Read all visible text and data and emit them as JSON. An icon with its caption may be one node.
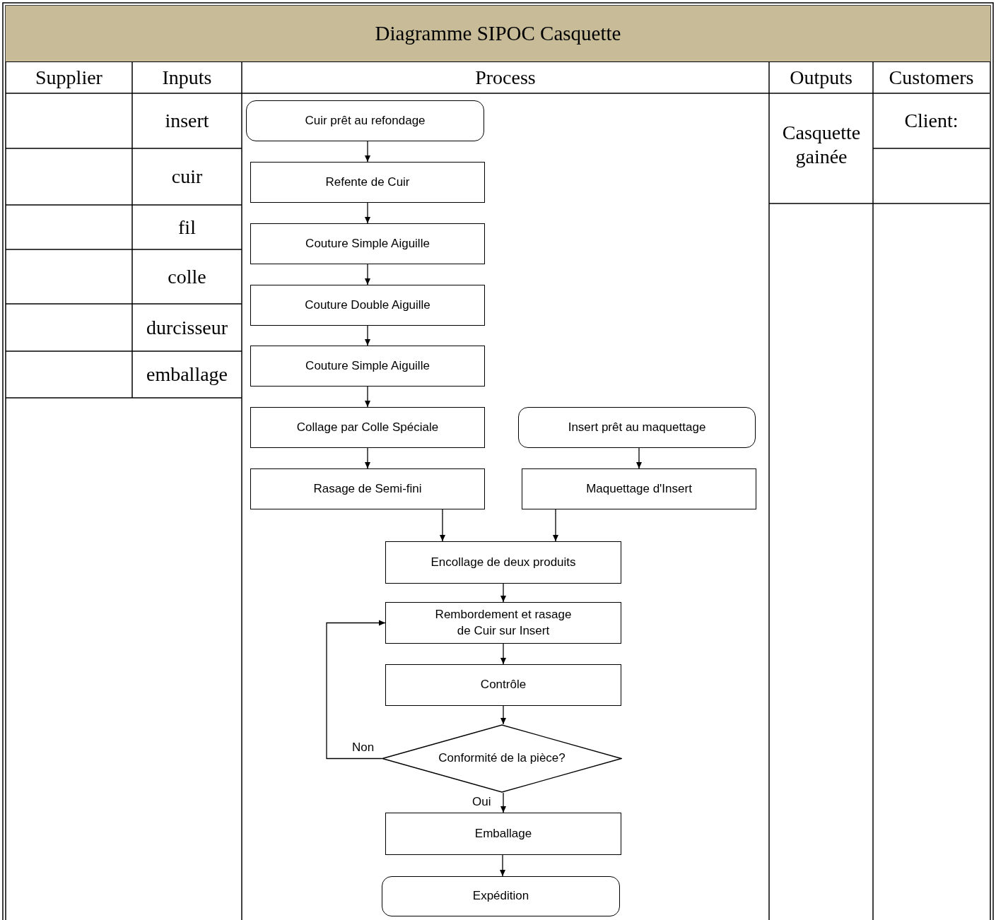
{
  "diagram": {
    "title": "Diagramme SIPOC Casquette",
    "nodes": [
      {
        "text": [
          "Cuir prêt au refondage"
        ]
      },
      {
        "text": [
          "Refente de Cuir"
        ]
      },
      {
        "text": [
          "Couture Simple Aiguille"
        ]
      },
      {
        "text": [
          "Couture Double Aiguille"
        ]
      },
      {
        "text": [
          "Couture Simple Aiguille"
        ]
      },
      {
        "text": [
          "Collage par Colle Spéciale"
        ]
      },
      {
        "text": [
          "Insert prêt au maquettage"
        ]
      },
      {
        "text": [
          "Rasage de Semi-fini"
        ]
      },
      {
        "text": [
          "Maquettage d'Insert"
        ]
      },
      {
        "text": [
          "Encollage de deux produits"
        ]
      },
      {
        "text": [
          "Rembordement et rasage de Cuir sur Insert"
        ]
      },
      {
        "text": [
          "Contrôle"
        ]
      },
      {
        "text": [
          "Conformité de la pièce?"
        ]
      },
      {
        "text": [
          "Emballage"
        ]
      },
      {
        "text": [
          "Expédition"
        ]
      }
    ],
    "edges": [
      {
        "from": 0,
        "to": 1,
        "arrow": "to"
      },
      {
        "from": 1,
        "to": 2,
        "arrow": "to"
      },
      {
        "from": 2,
        "to": 3,
        "arrow": "to"
      },
      {
        "from": 3,
        "to": 4,
        "arrow": "to"
      },
      {
        "from": 4,
        "to": 5,
        "arrow": "to"
      },
      {
        "from": 5,
        "to": 7,
        "arrow": "to"
      },
      {
        "from": 6,
        "to": 8,
        "arrow": "to"
      },
      {
        "from": 7,
        "to": 9,
        "arrow": "to"
      },
      {
        "from": 8,
        "to": 9,
        "arrow": "to"
      },
      {
        "from": 9,
        "to": 10,
        "arrow": "to"
      },
      {
        "from": 10,
        "to": 11,
        "arrow": "to"
      },
      {
        "from": 11,
        "to": 12,
        "arrow": "to"
      },
      {
        "from": 12,
        "to": 10,
        "arrow": "to",
        "label": "Non"
      },
      {
        "from": 12,
        "to": 13,
        "arrow": "to",
        "label": "Oui"
      },
      {
        "from": 13,
        "to": 14,
        "arrow": "to"
      }
    ],
    "labels": [
      "Supplier",
      "Inputs",
      "Process",
      "Outputs",
      "Customers",
      "insert",
      "Casquette gainée",
      "Client:",
      "cuir",
      "fil",
      "colle",
      "durcisseur",
      "emballage"
    ]
  }
}
